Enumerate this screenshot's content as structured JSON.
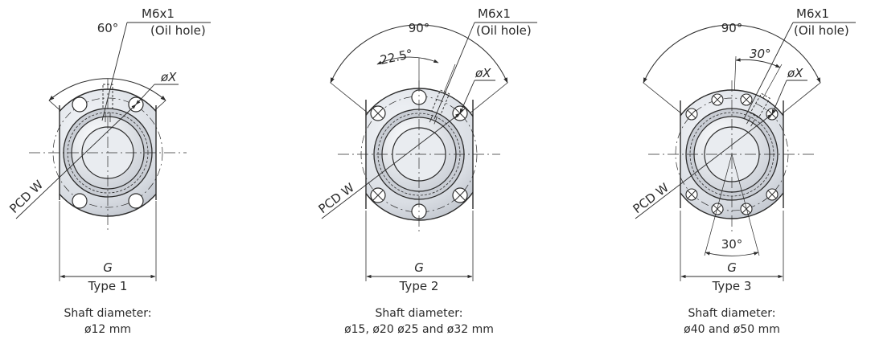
{
  "colors": {
    "line": "#2b2b2b",
    "flange_light": "#e6e9ee",
    "flange_dark": "#b7bcc5",
    "hole_fill": "#ffffff"
  },
  "panels": [
    {
      "thread": "M6x1",
      "oil_hole": "(Oil hole)",
      "angle": "60°",
      "hole_label": "øX",
      "pcd": "PCD W",
      "width_label": "G",
      "type": "Type 1",
      "caption_line1": "Shaft diameter:",
      "caption_line2": "ø12 mm"
    },
    {
      "thread": "M6x1",
      "oil_hole": "(Oil hole)",
      "angle": "90°",
      "angle2": "22.5°",
      "hole_label": "øX",
      "pcd": "PCD W",
      "width_label": "G",
      "type": "Type 2",
      "caption_line1": "Shaft diameter:",
      "caption_line2": "ø15, ø20 ø25 and ø32 mm"
    },
    {
      "thread": "M6x1",
      "oil_hole": "(Oil hole)",
      "angle": "90°",
      "angle2": "30°",
      "angle3": "30°",
      "hole_label": "øX",
      "pcd": "PCD W",
      "width_label": "G",
      "type": "Type 3",
      "caption_line1": "Shaft diameter:",
      "caption_line2": "ø40 and ø50 mm"
    }
  ]
}
